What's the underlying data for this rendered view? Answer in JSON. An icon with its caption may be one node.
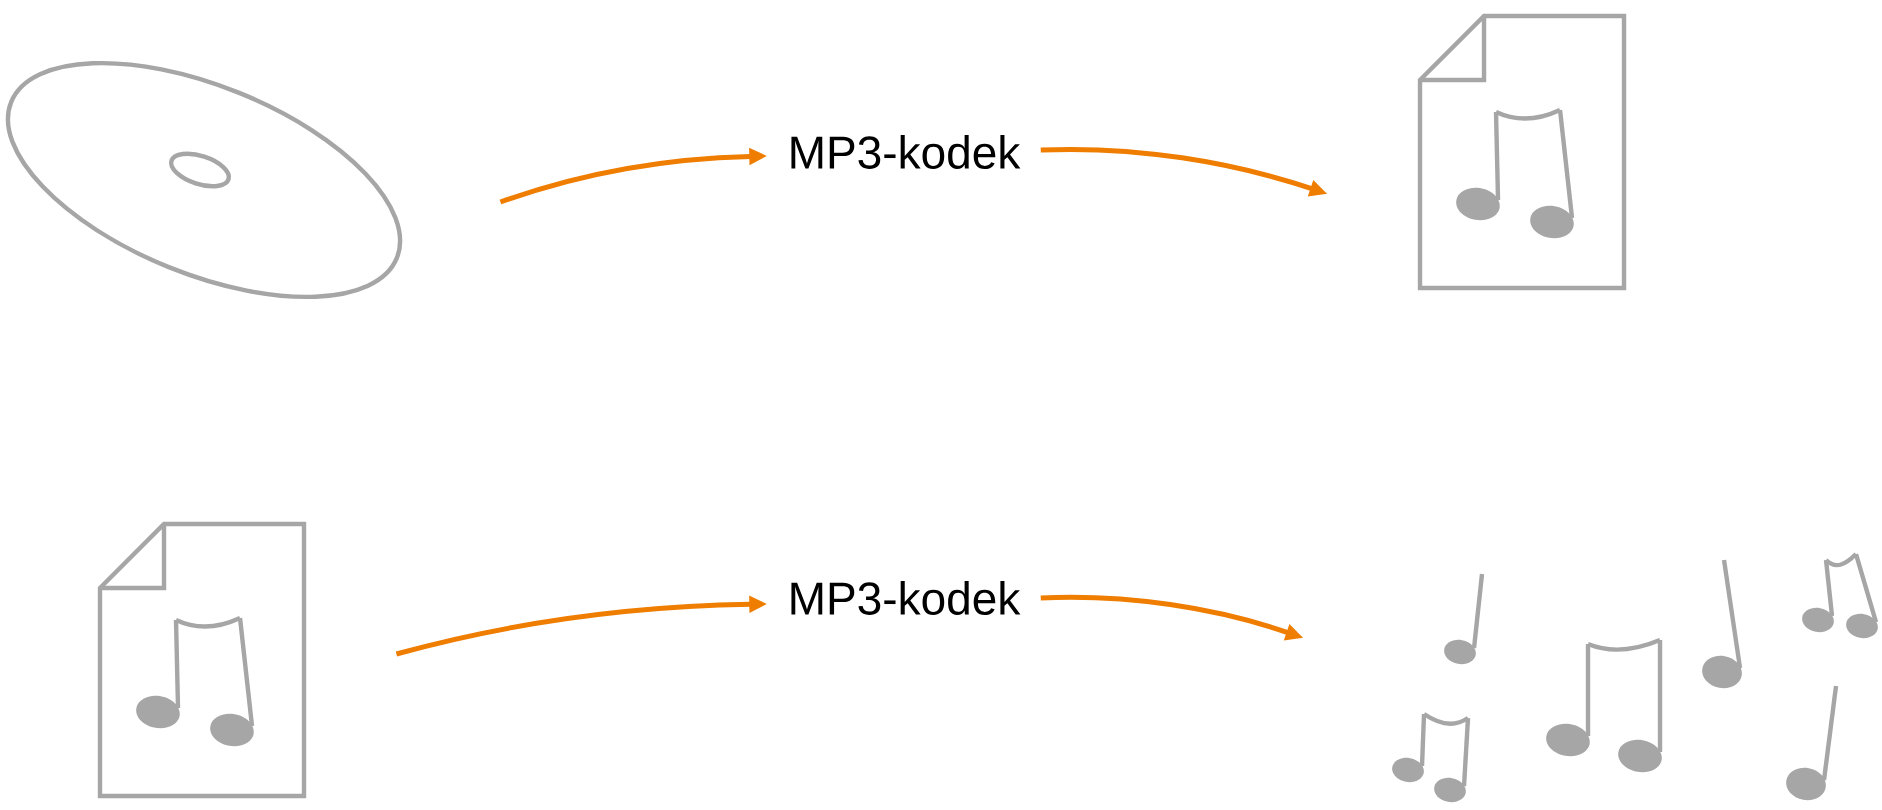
{
  "diagram": {
    "nodes": [
      {
        "text": [],
        "shape": "picture"
      },
      {
        "text": [
          "MP3-kodek"
        ]
      },
      {
        "text": [],
        "shape": "picture"
      },
      {
        "text": [],
        "shape": "picture"
      },
      {
        "text": [
          "MP3-kodek"
        ]
      },
      {
        "text": [],
        "shape": "picture"
      }
    ],
    "edges": [
      {
        "from": 0,
        "to": 1,
        "arrow": "to"
      },
      {
        "from": 1,
        "to": 2,
        "arrow": "to"
      },
      {
        "from": 3,
        "to": 4,
        "arrow": "to"
      },
      {
        "from": 4,
        "to": 5,
        "arrow": "to"
      }
    ]
  }
}
